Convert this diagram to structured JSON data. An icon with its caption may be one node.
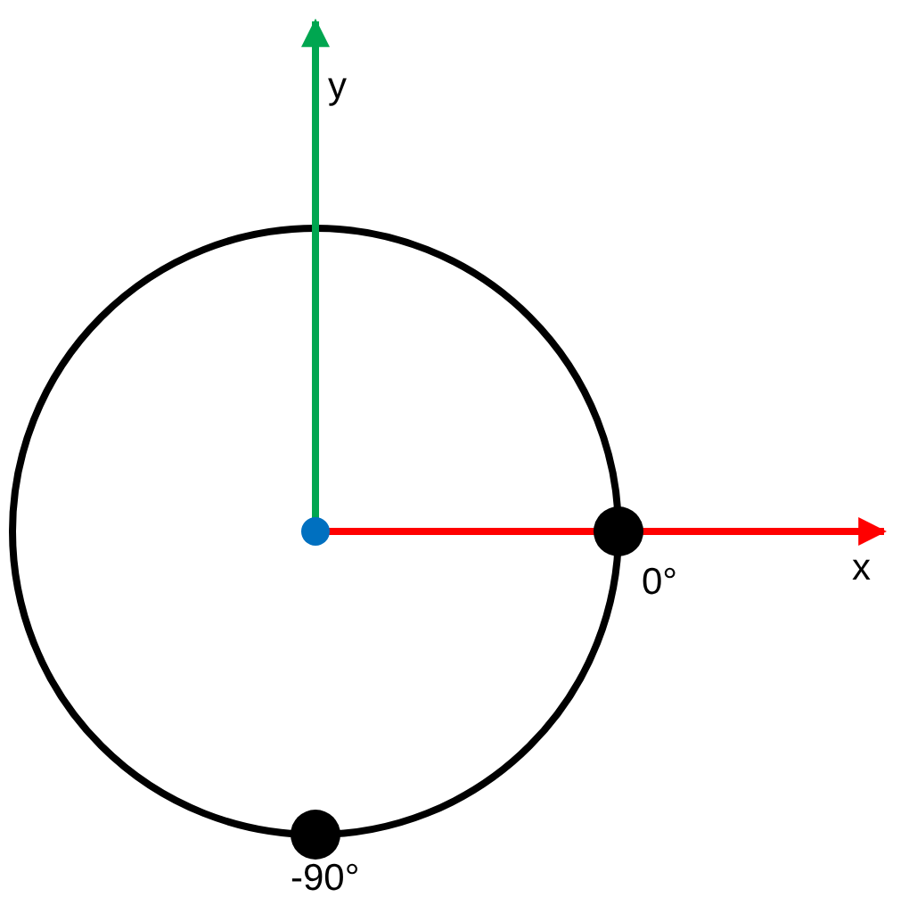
{
  "diagram": {
    "nodes": [
      {
        "text": [],
        "shape": "circle"
      },
      {
        "text": [],
        "shape": "circle",
        "beside": [
          "0°"
        ]
      },
      {
        "text": [],
        "shape": "circle",
        "beside": [
          "-90°"
        ]
      }
    ],
    "labels": [
      "y",
      "x"
    ]
  }
}
